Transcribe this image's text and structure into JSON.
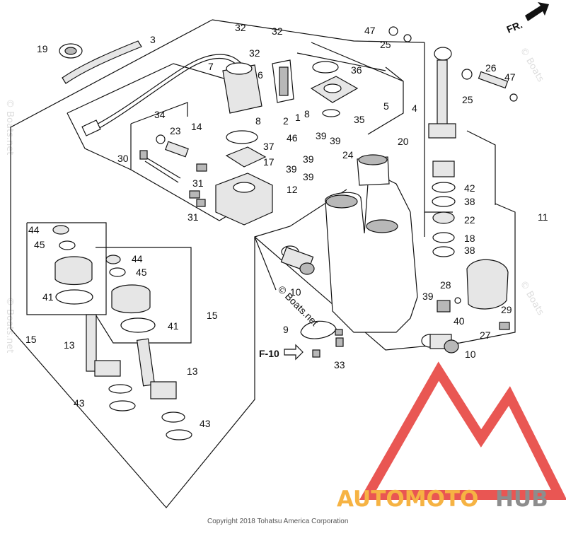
{
  "diagram": {
    "callouts": [
      {
        "label": "32"
      },
      {
        "label": "32"
      },
      {
        "label": "32"
      },
      {
        "label": "3"
      },
      {
        "label": "19"
      },
      {
        "label": "7"
      },
      {
        "label": "6"
      },
      {
        "label": "36"
      },
      {
        "label": "5"
      },
      {
        "label": "4"
      },
      {
        "label": "35"
      },
      {
        "label": "8"
      },
      {
        "label": "8"
      },
      {
        "label": "2"
      },
      {
        "label": "1"
      },
      {
        "label": "34"
      },
      {
        "label": "23"
      },
      {
        "label": "14"
      },
      {
        "label": "37"
      },
      {
        "label": "17"
      },
      {
        "label": "12"
      },
      {
        "label": "30"
      },
      {
        "label": "31"
      },
      {
        "label": "31"
      },
      {
        "label": "46"
      },
      {
        "label": "39"
      },
      {
        "label": "39"
      },
      {
        "label": "39"
      },
      {
        "label": "39"
      },
      {
        "label": "39"
      },
      {
        "label": "24"
      },
      {
        "label": "47"
      },
      {
        "label": "25"
      },
      {
        "label": "26"
      },
      {
        "label": "47"
      },
      {
        "label": "25"
      },
      {
        "label": "20"
      },
      {
        "label": "42"
      },
      {
        "label": "38"
      },
      {
        "label": "22"
      },
      {
        "label": "18"
      },
      {
        "label": "38"
      },
      {
        "label": "11"
      },
      {
        "label": "44"
      },
      {
        "label": "45"
      },
      {
        "label": "44"
      },
      {
        "label": "45"
      },
      {
        "label": "41"
      },
      {
        "label": "41"
      },
      {
        "label": "15"
      },
      {
        "label": "15"
      },
      {
        "label": "13"
      },
      {
        "label": "13"
      },
      {
        "label": "43"
      },
      {
        "label": "43"
      },
      {
        "label": "10"
      },
      {
        "label": "10"
      },
      {
        "label": "39"
      },
      {
        "label": "28"
      },
      {
        "label": "40"
      },
      {
        "label": "29"
      },
      {
        "label": "27"
      },
      {
        "label": "9"
      },
      {
        "label": "33"
      }
    ],
    "direction_label": "FR.",
    "reference_label": "F-10",
    "watermark_boats": "© Boats.net",
    "copyright": "Copyright 2018 Tohatsu America Corporation"
  },
  "logo": {
    "text_part1": "AUTOMOTO",
    "text_part2": "HUB",
    "color_red": "#e53935",
    "color_orange": "#f5a623",
    "color_gray": "#7a7a7a"
  }
}
